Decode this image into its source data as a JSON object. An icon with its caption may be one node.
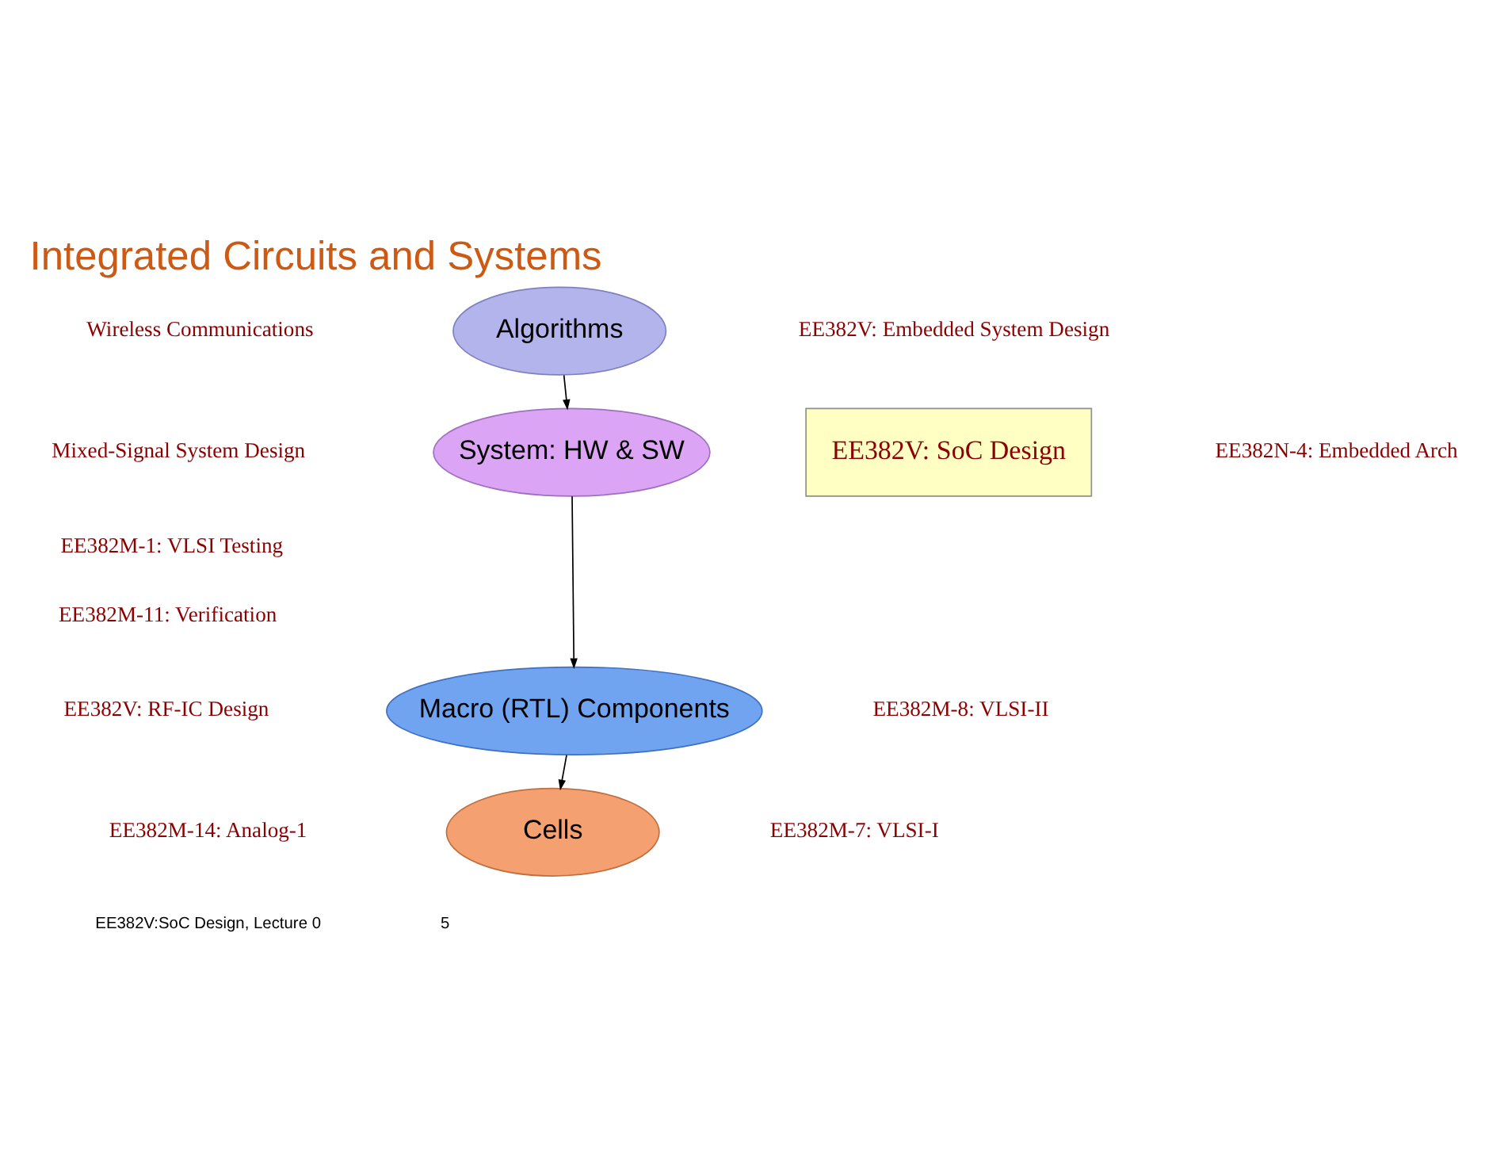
{
  "diagram": {
    "title": "Integrated Circuits and Systems",
    "nodes": [
      {
        "text": [
          "Algorithms"
        ]
      },
      {
        "text": [
          "System: HW & SW"
        ]
      },
      {
        "text": [
          "Macro (RTL) Components"
        ]
      },
      {
        "text": [
          "Cells"
        ]
      },
      {
        "text": [
          "EE382V: SoC Design"
        ]
      }
    ],
    "edges": [
      {
        "from": 0,
        "to": 1,
        "arrow": "to"
      },
      {
        "from": 1,
        "to": 2,
        "arrow": "to"
      },
      {
        "from": 2,
        "to": 3,
        "arrow": "to"
      }
    ],
    "labels": [
      "Wireless Communications",
      "EE382V: Embedded System Design",
      "Mixed-Signal System Design",
      "EE382N-4: Embedded Arch",
      "EE382M-1: VLSI Testing",
      "EE382M-11: Verification",
      "EE382V: RF-IC Design",
      "EE382M-8: VLSI-II",
      "EE382M-14: Analog-1",
      "EE382M-7: VLSI-I",
      "EE382V:SoC Design, Lecture 0",
      "5"
    ]
  }
}
